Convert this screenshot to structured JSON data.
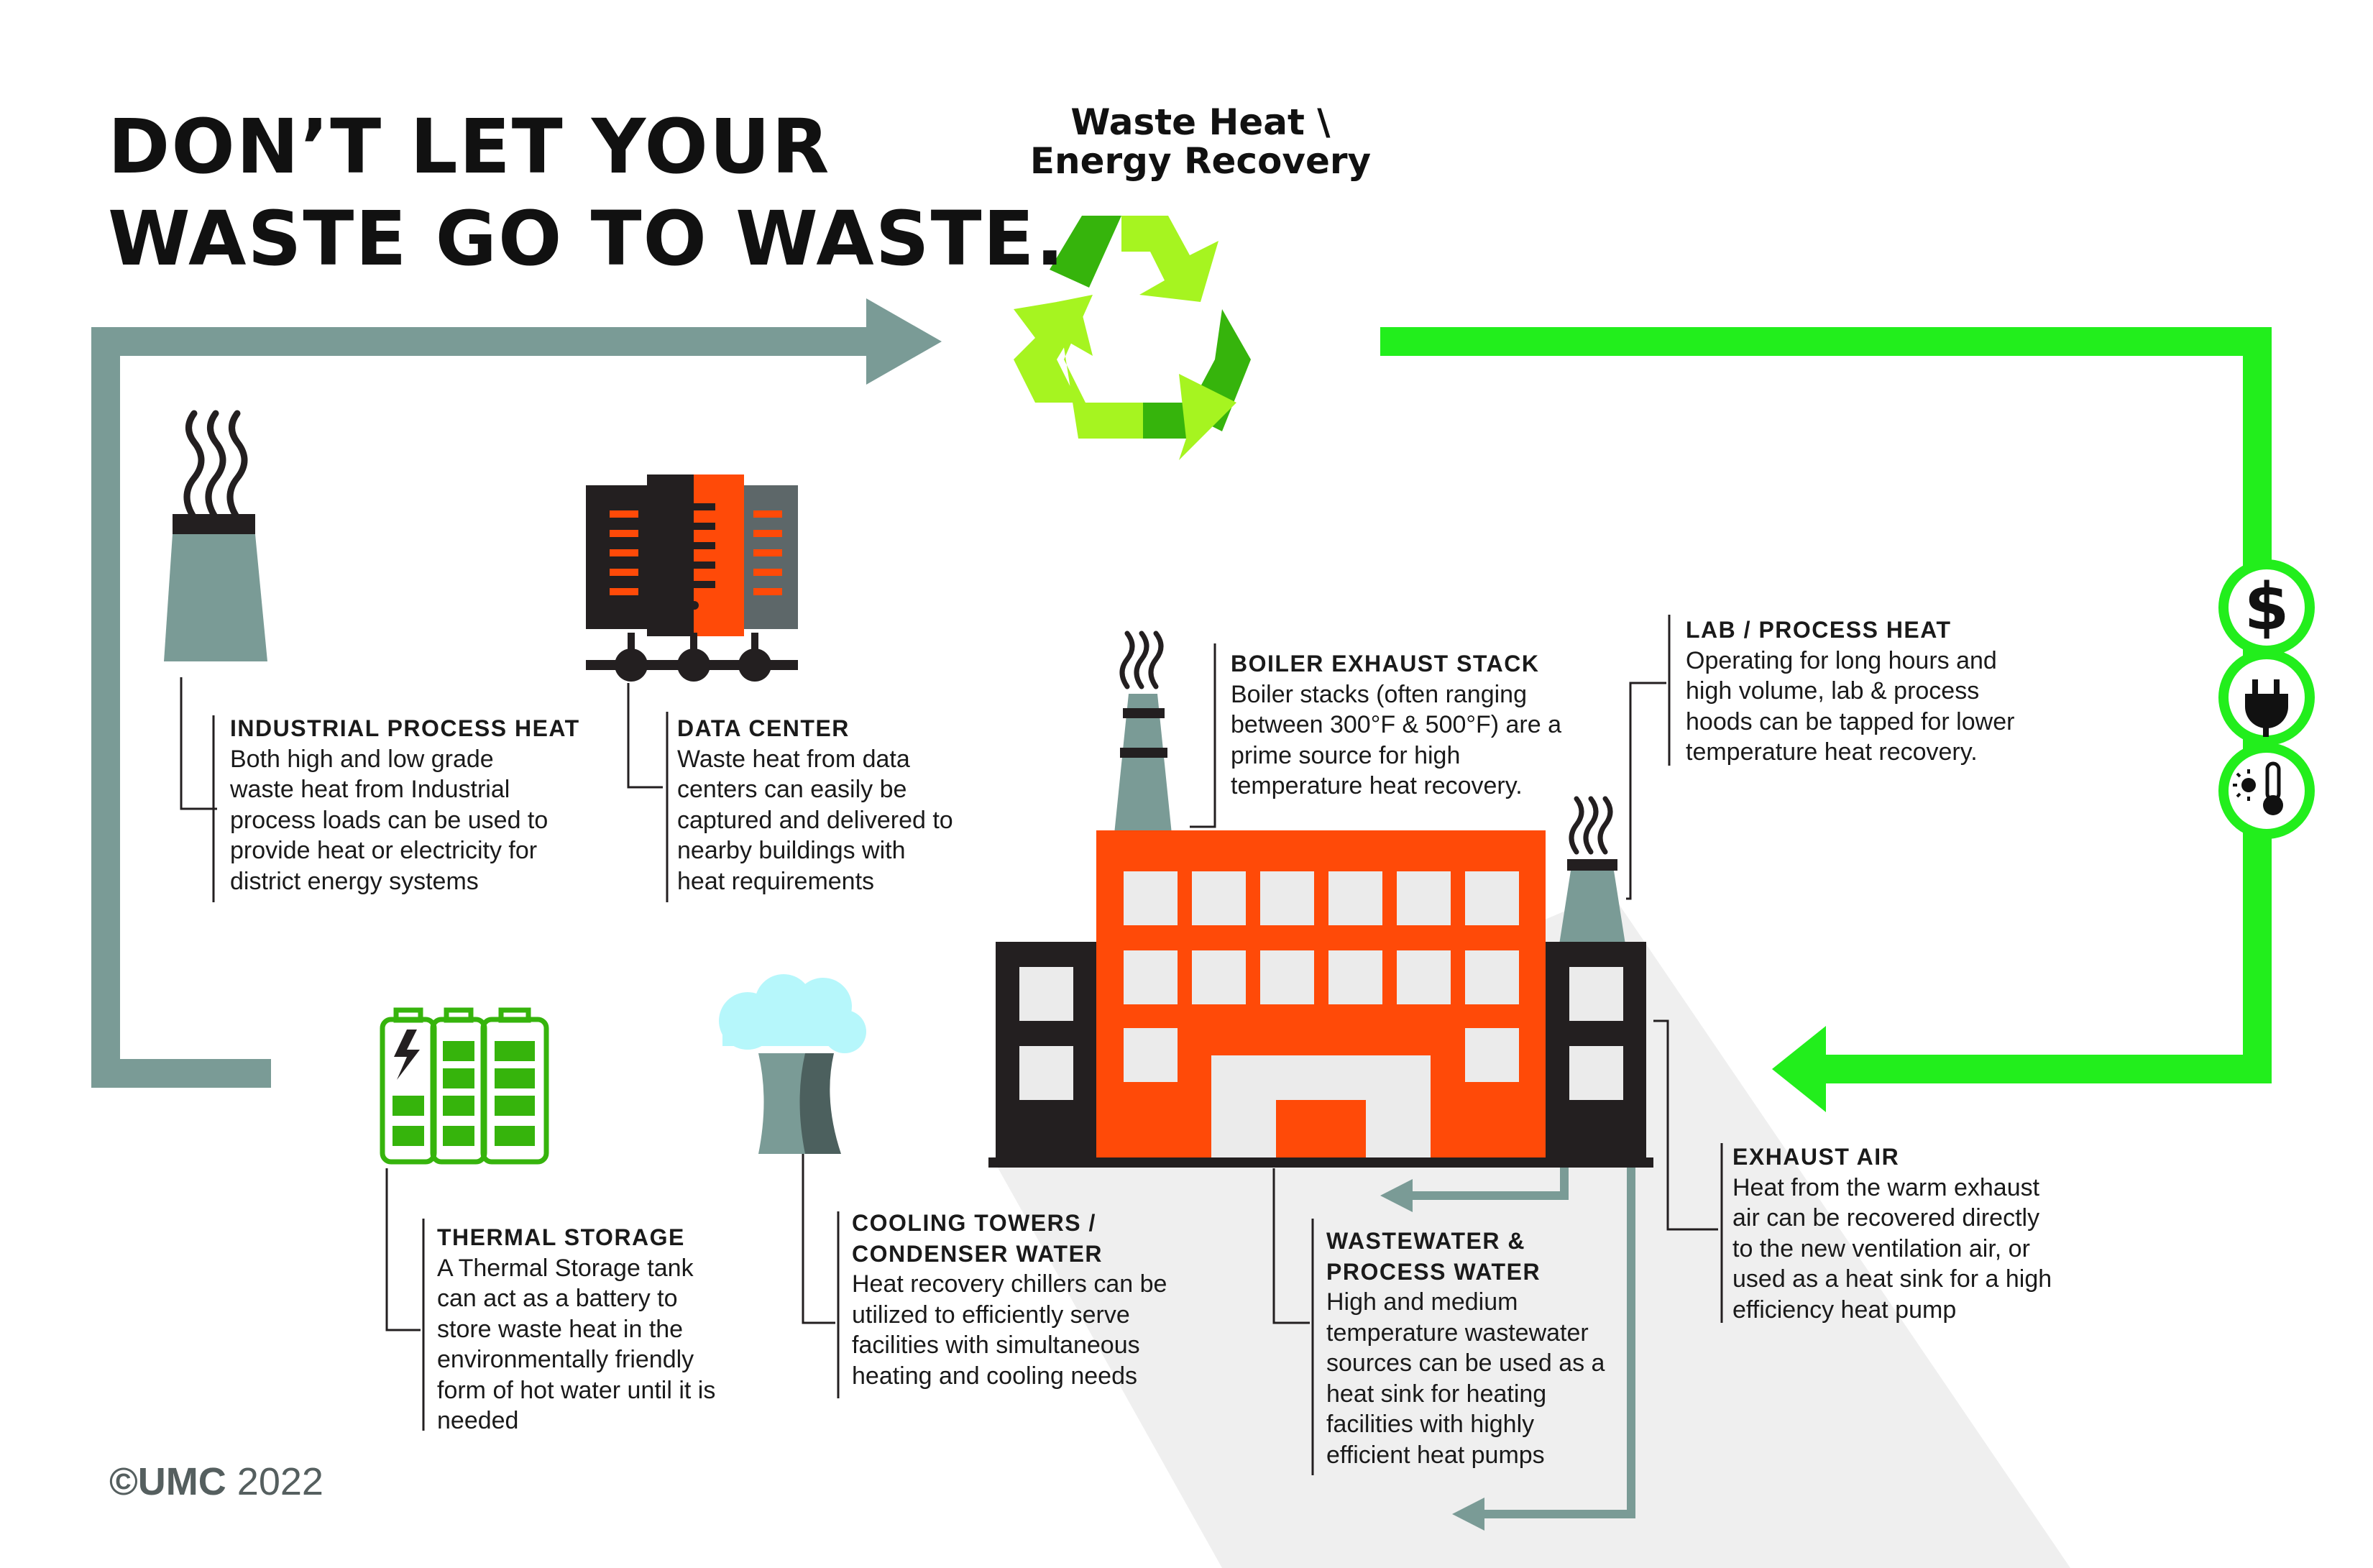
{
  "headline": {
    "line1": "DON’T LET YOUR",
    "line2": "WASTE GO TO WASTE."
  },
  "recovery": {
    "title_line1": "Waste Heat \\",
    "title_line2": "Energy Recovery",
    "icon": "recycle-icon"
  },
  "benefit_icons": [
    "dollar-icon",
    "plug-icon",
    "thermometer-sun-icon"
  ],
  "sources": {
    "industrial": {
      "title": "INDUSTRIAL PROCESS HEAT",
      "lines": [
        "Both high and low grade",
        "waste heat from Industrial",
        "process loads can be used to",
        "provide heat or electricity for",
        "district energy systems"
      ]
    },
    "datacenter": {
      "title": "DATA CENTER",
      "lines": [
        "Waste heat from data",
        "centers can easily be",
        "captured and delivered to",
        "nearby buildings with",
        "heat requirements"
      ]
    },
    "boiler": {
      "title": "BOILER EXHAUST STACK",
      "lines": [
        "Boiler stacks (often ranging",
        "between 300°F & 500°F) are a",
        "prime source for high",
        "temperature heat recovery."
      ]
    },
    "lab": {
      "title": "LAB / PROCESS HEAT",
      "lines": [
        "Operating for long hours and",
        "high volume, lab & process",
        "hoods can be tapped for lower",
        "temperature heat recovery."
      ]
    },
    "exhaust": {
      "title": "EXHAUST AIR",
      "lines": [
        "Heat from the warm exhaust",
        "air can be recovered directly",
        "to the new ventilation air, or",
        "used as a heat sink for a high",
        "efficiency heat pump"
      ]
    },
    "wastewater": {
      "title_line1": "WASTEWATER &",
      "title_line2": "PROCESS WATER",
      "lines": [
        "High and medium",
        "temperature wastewater",
        "sources can be used as a",
        "heat sink for heating",
        "facilities with highly",
        "efficient heat pumps"
      ]
    },
    "thermal": {
      "title": "THERMAL STORAGE",
      "lines": [
        "A Thermal Storage tank",
        "can act as a battery to",
        "store waste heat in the",
        "environmentally friendly",
        "form of hot water until it is",
        "needed"
      ]
    },
    "cooling": {
      "title_line1": "COOLING TOWERS /",
      "title_line2": "CONDENSER WATER",
      "lines": [
        "Heat recovery chillers can be",
        "utilized to efficiently serve",
        "facilities with simultaneous",
        "heating and cooling needs"
      ]
    }
  },
  "footer": {
    "brand": "©UMC",
    "year": "2022"
  },
  "colors": {
    "grey_green": "#7a9b96",
    "bright_green": "#22ee1c",
    "orange": "#ff4a08",
    "black": "#231f20",
    "cloud": "#b6f7fb"
  }
}
